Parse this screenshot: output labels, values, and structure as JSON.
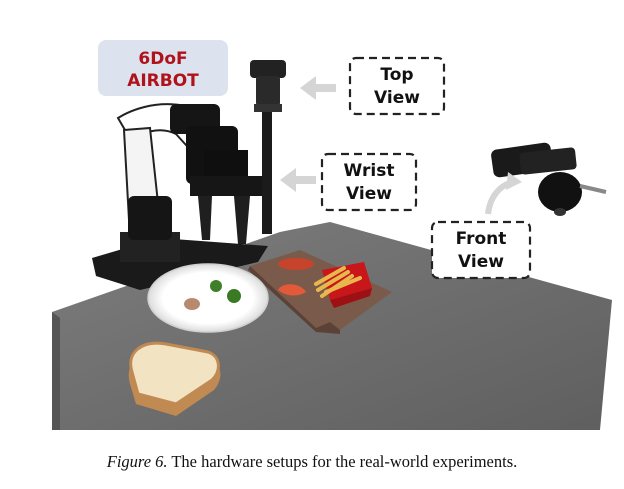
{
  "figure": {
    "badge": {
      "line1": "6DoF",
      "line2": "AIRBOT"
    },
    "labels": {
      "top": {
        "line1": "Top",
        "line2": "View"
      },
      "wrist": {
        "line1": "Wrist",
        "line2": "View"
      },
      "front": {
        "line1": "Front",
        "line2": "View"
      }
    },
    "colors": {
      "badge_bg": "#dde3ee",
      "badge_text": "#b0121b",
      "arrow": "#d5d5d5"
    }
  },
  "caption": {
    "lead": "Figure 6.",
    "text": " The hardware setups for the real-world experiments."
  }
}
